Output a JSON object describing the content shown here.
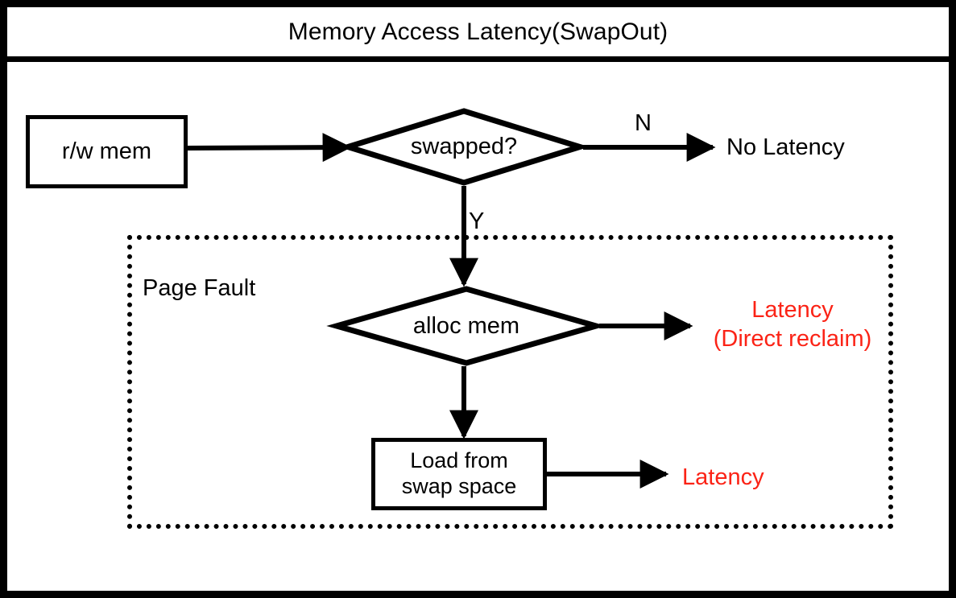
{
  "window": {
    "title": "Memory Access Latency(SwapOut)"
  },
  "colors": {
    "stroke": "#000000",
    "latency_red": "#fb2316",
    "background": "#ffffff"
  },
  "diagram": {
    "type": "flowchart",
    "nodes": {
      "rw_mem": {
        "label": "r/w mem",
        "shape": "rectangle"
      },
      "swapped": {
        "label": "swapped?",
        "shape": "diamond"
      },
      "no_latency": {
        "label": "No Latency",
        "shape": "text"
      },
      "alloc_mem": {
        "label": "alloc mem",
        "shape": "diamond"
      },
      "latency_direct_reclaim": {
        "line1": "Latency",
        "line2": "(Direct reclaim)",
        "shape": "text"
      },
      "load_swap": {
        "line1": "Load from",
        "line2": "swap space",
        "shape": "rectangle"
      },
      "latency": {
        "label": "Latency",
        "shape": "text"
      }
    },
    "group": {
      "label": "Page Fault",
      "border_style": "dotted"
    },
    "edge_labels": {
      "no": "N",
      "yes": "Y"
    },
    "edges": [
      {
        "from": "rw_mem",
        "to": "swapped",
        "label": ""
      },
      {
        "from": "swapped",
        "to": "no_latency",
        "label": "N"
      },
      {
        "from": "swapped",
        "to": "alloc_mem",
        "label": "Y"
      },
      {
        "from": "alloc_mem",
        "to": "latency_direct_reclaim",
        "label": ""
      },
      {
        "from": "alloc_mem",
        "to": "load_swap",
        "label": ""
      },
      {
        "from": "load_swap",
        "to": "latency",
        "label": ""
      }
    ]
  }
}
